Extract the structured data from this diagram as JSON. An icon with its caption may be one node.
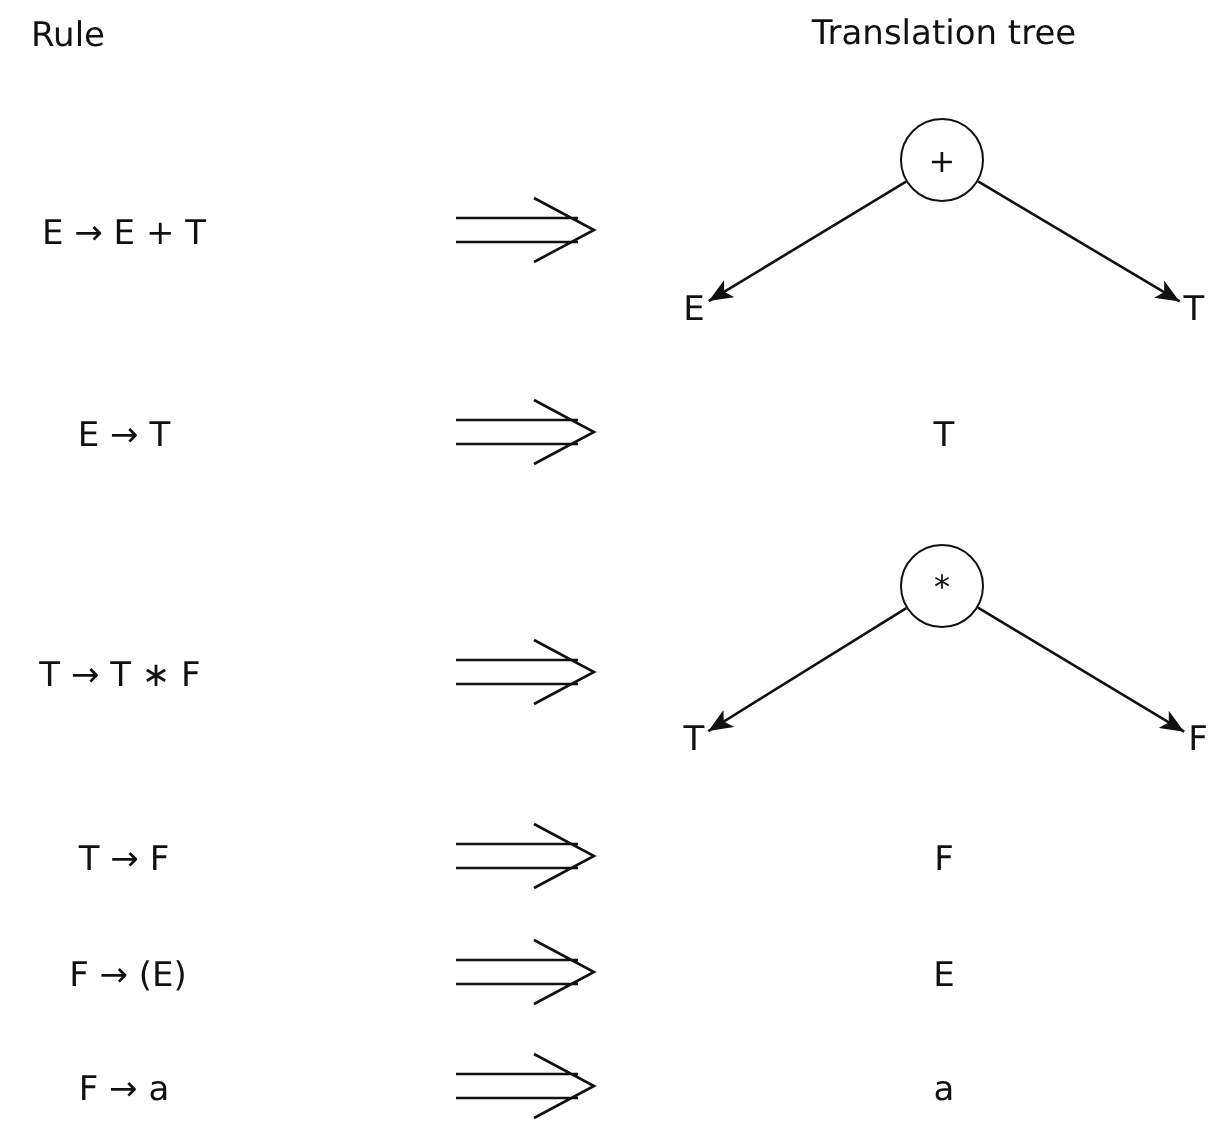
{
  "diagram": {
    "nodes": [
      {
        "text": [
          "E → E + T"
        ]
      },
      {
        "text": [
          "+"
        ]
      },
      {
        "text": [
          "E"
        ]
      },
      {
        "text": [
          "T"
        ]
      },
      {
        "text": [
          "E → T"
        ]
      },
      {
        "text": [
          "T"
        ]
      },
      {
        "text": [
          "T → T ∗ F"
        ]
      },
      {
        "text": [
          "*"
        ]
      },
      {
        "text": [
          "T"
        ]
      },
      {
        "text": [
          "F"
        ]
      },
      {
        "text": [
          "T → F"
        ]
      },
      {
        "text": [
          "F"
        ]
      },
      {
        "text": [
          "F → (E)"
        ]
      },
      {
        "text": [
          "E"
        ]
      },
      {
        "text": [
          "F → a"
        ]
      },
      {
        "text": [
          "a"
        ]
      }
    ],
    "edges": [
      {
        "from": 1,
        "to": 2,
        "arrow": "to"
      },
      {
        "from": 1,
        "to": 3,
        "arrow": "to"
      },
      {
        "from": 7,
        "to": 8,
        "arrow": "to"
      },
      {
        "from": 7,
        "to": 9,
        "arrow": "to"
      }
    ],
    "labels": [
      "Rule",
      "Translation tree"
    ]
  }
}
